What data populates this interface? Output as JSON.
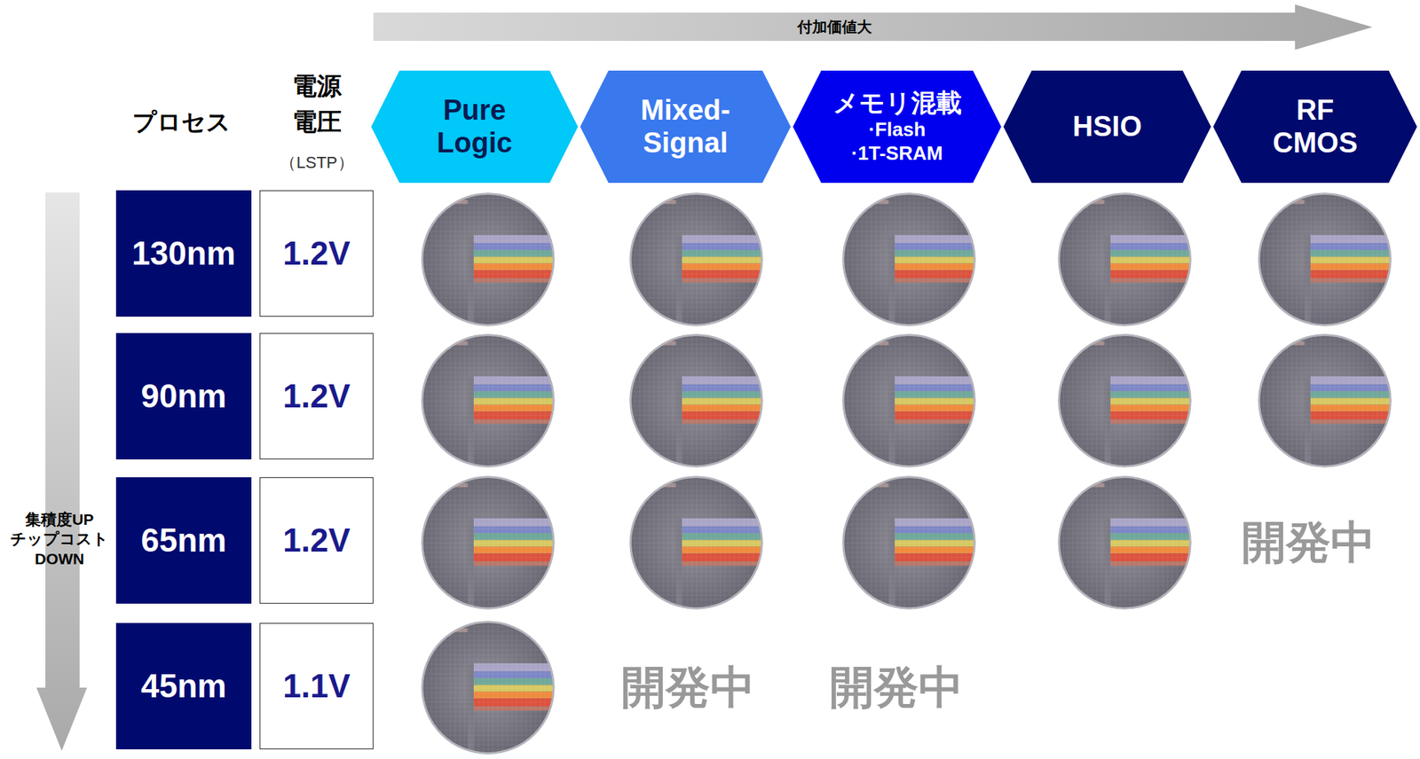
{
  "diagram": {
    "nodes": [
      {
        "text": [
          "付加価値大"
        ]
      },
      {
        "text": [
          "Pure Logic"
        ]
      },
      {
        "text": [
          "Mixed- Signal"
        ]
      },
      {
        "text": [
          "メモリ混載",
          "·Flash",
          "·1T-SRAM"
        ]
      },
      {
        "text": [
          "HSIO"
        ]
      },
      {
        "text": [
          "RF CMOS"
        ]
      },
      {
        "text": [
          "集積度UP チップコスト DOWN"
        ]
      },
      {
        "text": [
          "130nm"
        ]
      },
      {
        "text": [
          "1.2V"
        ]
      },
      {
        "text": [
          "90nm"
        ]
      },
      {
        "text": [
          "1.2V"
        ]
      },
      {
        "text": [
          "65nm"
        ]
      },
      {
        "text": [
          "1.2V"
        ]
      },
      {
        "text": [
          "45nm"
        ]
      },
      {
        "text": [
          "1.1V"
        ]
      }
    ],
    "labels": [
      "プロセス",
      "電源 電圧",
      "（LSTP）",
      "開発中",
      "開発中",
      "開発中"
    ]
  }
}
